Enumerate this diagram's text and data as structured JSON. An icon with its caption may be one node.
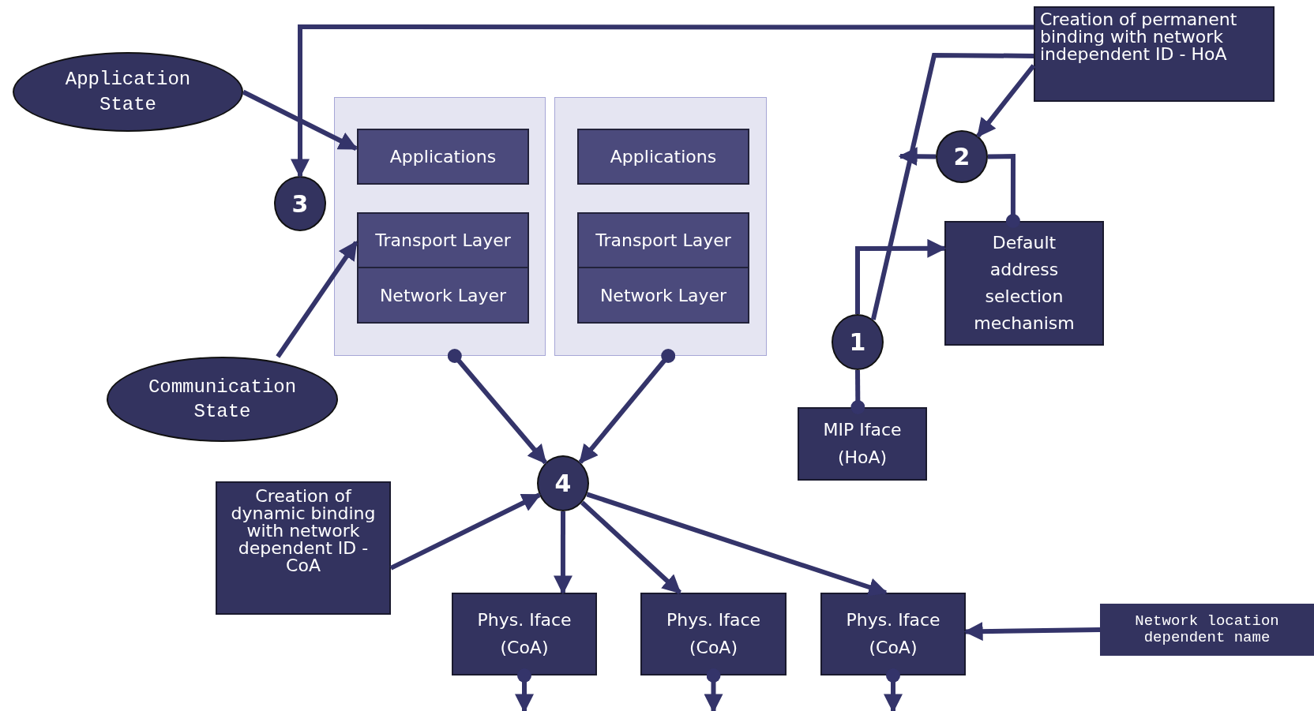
{
  "diagram": {
    "nodes": [
      {
        "text": [
          "Application State"
        ]
      },
      {
        "text": [],
        "shape": "box"
      },
      {
        "text": [
          "Applications"
        ],
        "in": 1
      },
      {
        "text": [
          "Transport Layer"
        ],
        "in": 1
      },
      {
        "text": [
          "Network Layer"
        ],
        "in": 1
      },
      {
        "text": [],
        "shape": "box"
      },
      {
        "text": [
          "Applications"
        ],
        "in": 5
      },
      {
        "text": [
          "Transport Layer"
        ],
        "in": 5
      },
      {
        "text": [
          "Network Layer"
        ],
        "in": 5
      },
      {
        "text": [
          "3"
        ]
      },
      {
        "text": [
          "Communication State"
        ]
      },
      {
        "text": [
          "Creation of permanent binding with network independent ID - HoA"
        ]
      },
      {
        "text": [
          "2"
        ]
      },
      {
        "text": [
          "Default address selection mechanism"
        ]
      },
      {
        "text": [
          "1"
        ]
      },
      {
        "text": [
          "MIP Iface (HoA)"
        ]
      },
      {
        "text": [
          "4"
        ]
      },
      {
        "text": [
          "Creation of dynamic binding with network dependent ID - CoA"
        ]
      },
      {
        "text": [
          "Phys. Iface (CoA)"
        ]
      },
      {
        "text": [
          "Phys. Iface (CoA)"
        ]
      },
      {
        "text": [
          "Phys. Iface (CoA)"
        ]
      },
      {
        "text": [
          "Network location dependent name"
        ]
      }
    ],
    "edges": [
      {
        "from": 0,
        "to": 2,
        "arrow": "to"
      },
      {
        "from": 10,
        "to": 3,
        "arrow": "to"
      },
      {
        "from": 11,
        "to": 9,
        "arrow": "to"
      },
      {
        "from": 11,
        "to": 12,
        "arrow": "to"
      },
      {
        "from": 12,
        "to": 13,
        "arrow": "other"
      },
      {
        "from": 12,
        "to": null,
        "arrow": "to"
      },
      {
        "from": 14,
        "to": 11,
        "arrow": "none"
      },
      {
        "from": 14,
        "to": 13,
        "arrow": "to"
      },
      {
        "from": 14,
        "to": 15,
        "arrow": "other"
      },
      {
        "from": 1,
        "to": 16,
        "arrow": "to"
      },
      {
        "from": 5,
        "to": 16,
        "arrow": "to"
      },
      {
        "from": 17,
        "to": 16,
        "arrow": "to"
      },
      {
        "from": 16,
        "to": 18,
        "arrow": "to"
      },
      {
        "from": 16,
        "to": 19,
        "arrow": "to"
      },
      {
        "from": 16,
        "to": 20,
        "arrow": "to"
      },
      {
        "from": 21,
        "to": 20,
        "arrow": "to"
      },
      {
        "from": 18,
        "to": null,
        "arrow": "to"
      },
      {
        "from": 19,
        "to": null,
        "arrow": "to"
      },
      {
        "from": 20,
        "to": null,
        "arrow": "to"
      }
    ]
  }
}
